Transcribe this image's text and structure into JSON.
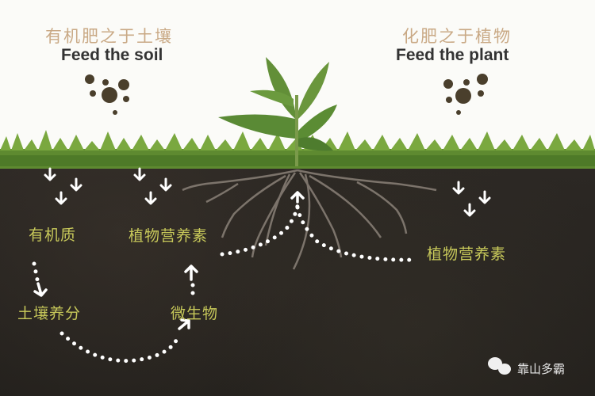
{
  "left": {
    "title_cn": "有机肥之于土壤",
    "title_en": "Feed the soil"
  },
  "right": {
    "title_cn": "化肥之于植物",
    "title_en": "Feed the plant"
  },
  "labels": {
    "organic_matter": "有机质",
    "plant_nutrients_left": "植物营养素",
    "soil_nutrients": "土壤养分",
    "microbes": "微生物",
    "plant_nutrients_right": "植物营养素"
  },
  "watermark": {
    "icon": "wechat-icon",
    "text": "靠山多霸"
  },
  "colors": {
    "title_cn": "#c9a985",
    "title_en": "#333333",
    "label": "#c8c95a",
    "soil": "#2a2622",
    "grass": "#6f9a3a",
    "pellet": "#4a3f2c"
  }
}
